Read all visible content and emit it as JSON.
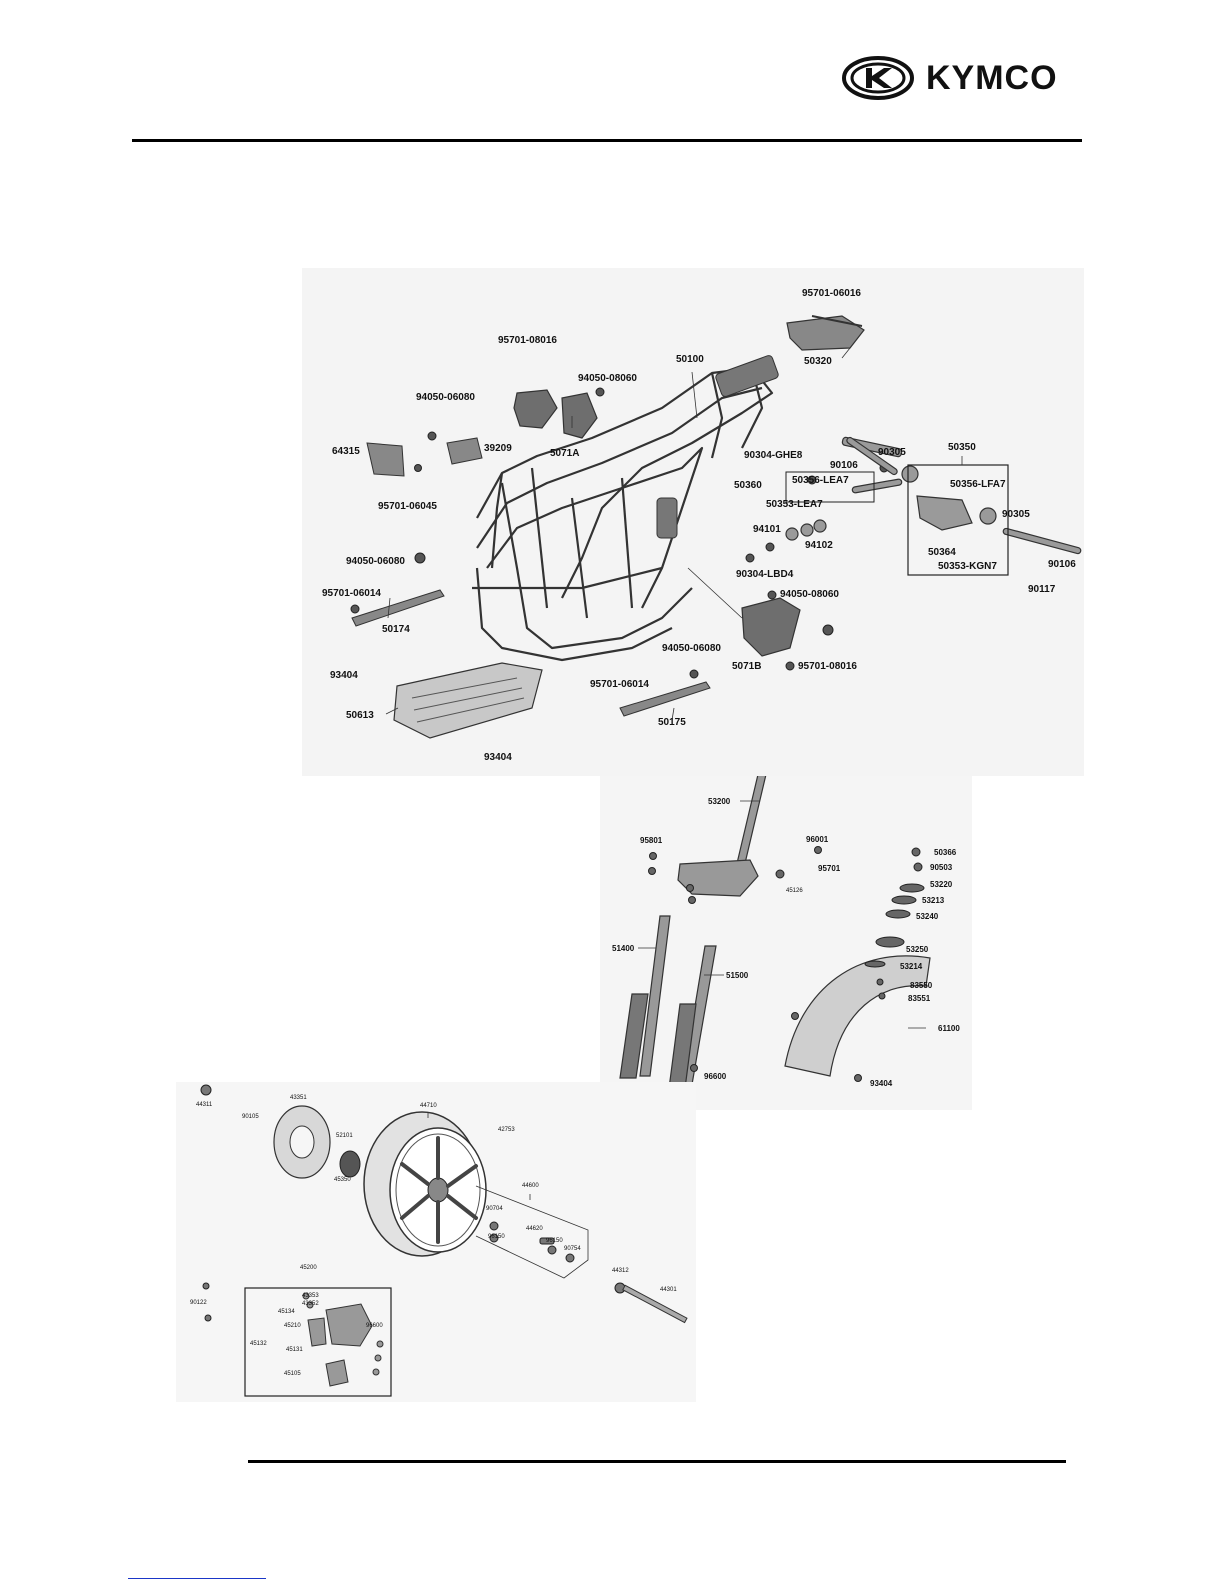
{
  "header": {
    "logo_text": "KYMCO"
  },
  "frame_panel": {
    "labels": [
      "95701-06016",
      "50320",
      "95701-08016",
      "94050-08060",
      "50100",
      "94050-06080",
      "39209",
      "5071A",
      "64315",
      "95701-06045",
      "90304-GHE8",
      "90106",
      "90305",
      "50350",
      "50360",
      "50356-LEA7",
      "50356-LFA7",
      "50353-LEA7",
      "94101",
      "94102",
      "90305",
      "50364",
      "50353-KGN7",
      "90106",
      "90304-LBD4",
      "90117",
      "94050-06080",
      "95701-06014",
      "50174",
      "94050-08060",
      "5071B",
      "95701-08016",
      "94050-06080",
      "93404",
      "95701-06014",
      "50613",
      "50175",
      "93404"
    ]
  },
  "fork_panel": {
    "labels": [
      "53200",
      "95801",
      "96001",
      "95701",
      "45126",
      "50366",
      "90503",
      "53220",
      "53213",
      "53240",
      "51400",
      "51500",
      "53250",
      "53214",
      "83550",
      "83551",
      "61100",
      "96600",
      "93404"
    ]
  },
  "wheel_panel": {
    "labels": [
      "44311",
      "43351",
      "90105",
      "52101",
      "45350",
      "44710",
      "42753",
      "44600",
      "90704",
      "96150",
      "44620",
      "96150",
      "90754",
      "44312",
      "44301",
      "45200",
      "43353",
      "43352",
      "45134",
      "45210",
      "45131",
      "45132",
      "96600",
      "45105",
      "90122"
    ]
  }
}
